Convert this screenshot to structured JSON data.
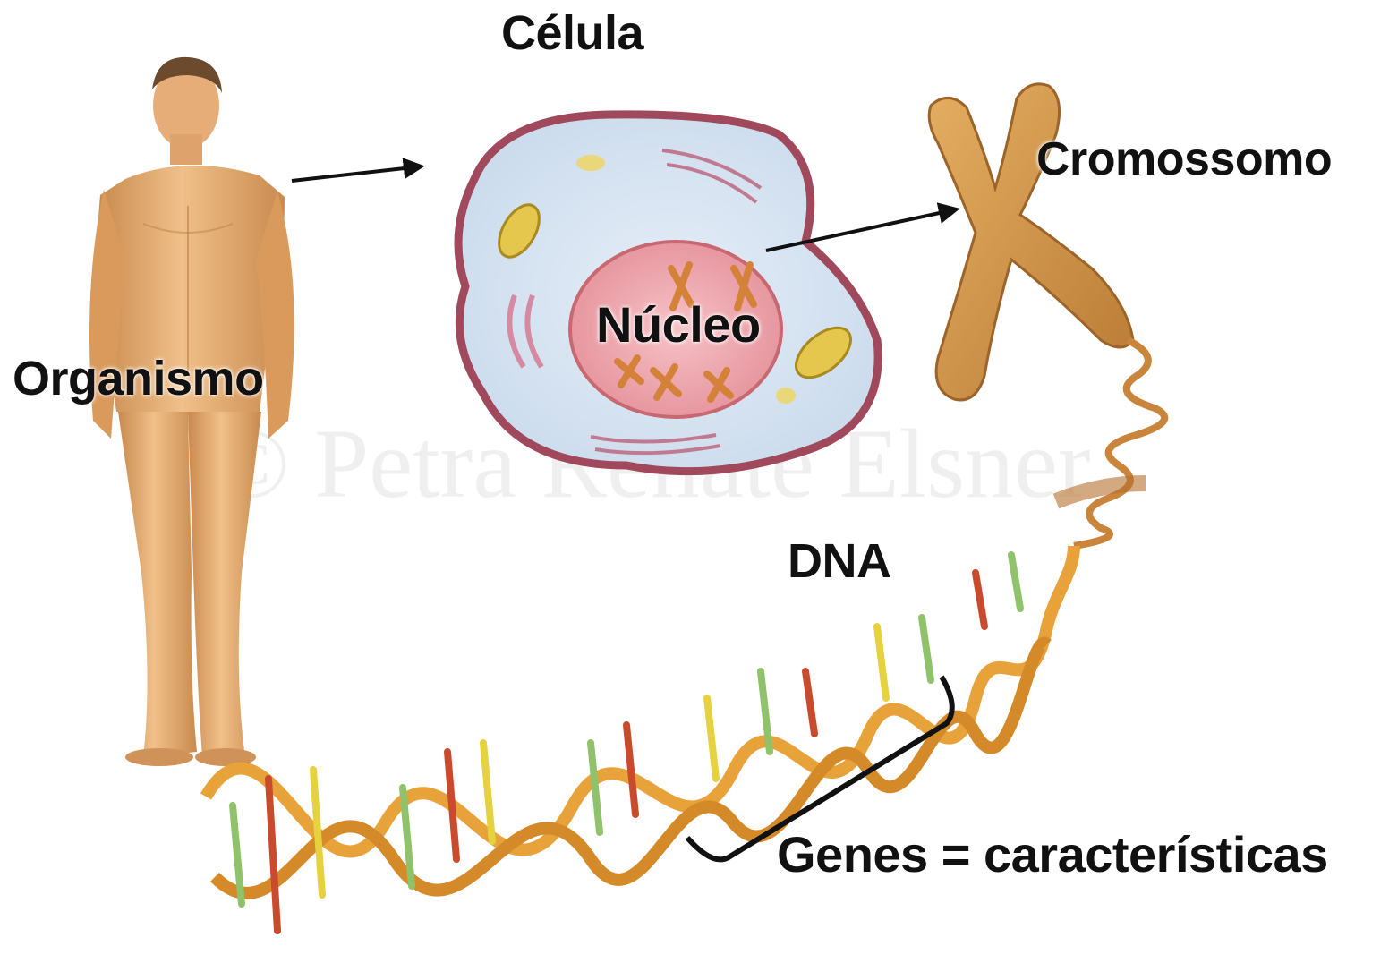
{
  "labels": {
    "celula": "Célula",
    "cromossomo": "Cromossomo",
    "nucleo": "Núcleo",
    "organismo": "Organismo",
    "dna": "DNA",
    "genes": "Genes = características"
  },
  "watermark": "© Petra Renate Elsner",
  "colors": {
    "skin": "#e8b27a",
    "skin_shadow": "#c98a4e",
    "cell_membrane": "#b05a6a",
    "cytoplasm": "#cfe0f0",
    "nucleus": "#e9a0a8",
    "chromosome": "#d49a4c",
    "dna_strand": "#e8a23a",
    "arrow": "#111111"
  }
}
